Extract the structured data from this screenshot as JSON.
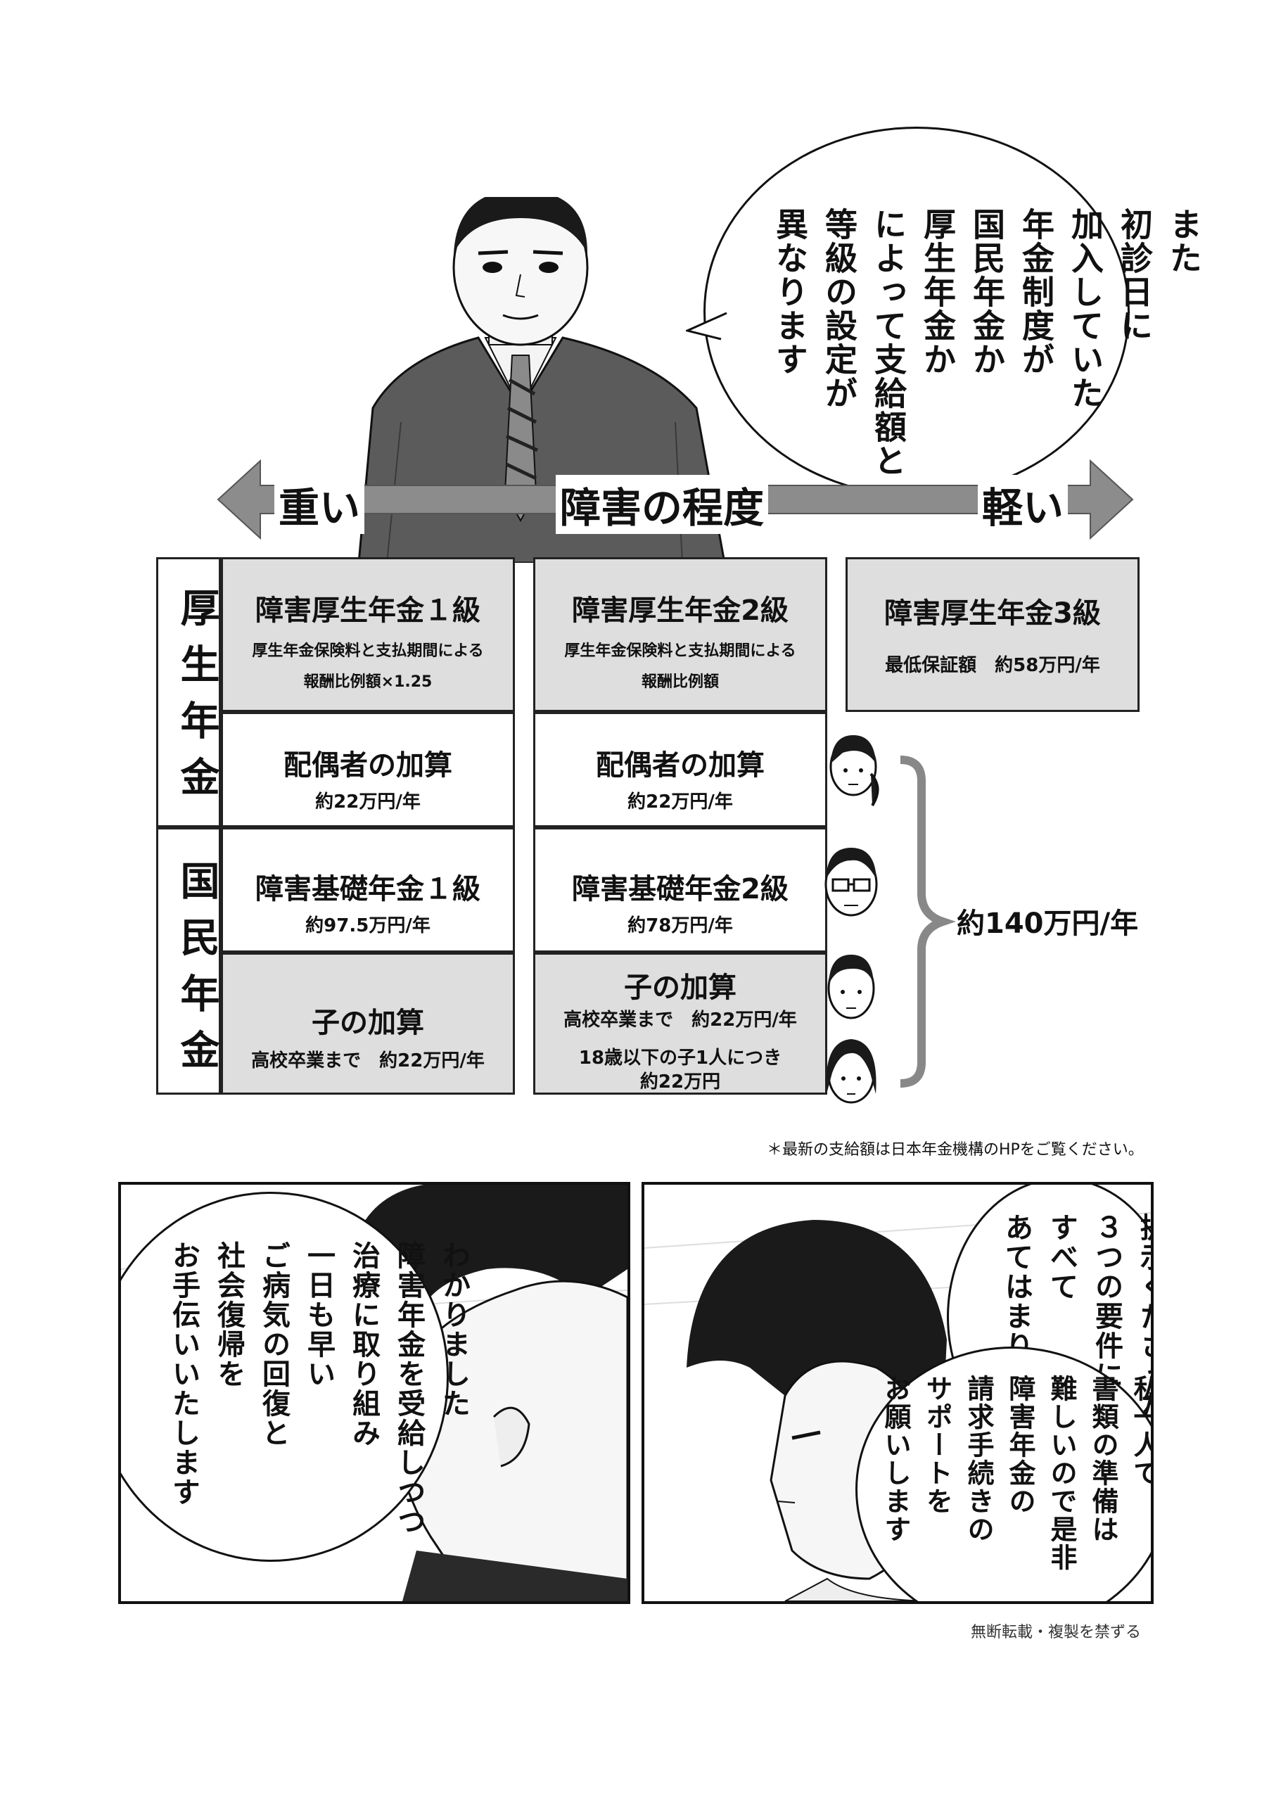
{
  "top_bubble": {
    "columns": [
      "また",
      "初診日に",
      "加入していた",
      "年金制度が",
      "国民年金か",
      "厚生年金か",
      "によって支給額と",
      "等級の設定が",
      "異なります"
    ]
  },
  "severity_bar": {
    "left_label": "重い",
    "center_label": "障害の程度",
    "right_label": "軽い"
  },
  "row_headers": {
    "kosei": "厚生年金",
    "kokumin": "国民年金"
  },
  "table": {
    "kosei1": {
      "title": "障害厚生年金１級",
      "line1": "厚生年金保険料と支払期間による",
      "line2": "報酬比例額×1.25"
    },
    "kosei2": {
      "title": "障害厚生年金2級",
      "line1": "厚生年金保険料と支払期間による",
      "line2": "報酬比例額"
    },
    "kosei3": {
      "title": "障害厚生年金3級",
      "line1": "最低保証額　約58万円/年"
    },
    "spouse1": {
      "title": "配偶者の加算",
      "amount": "約22万円/年"
    },
    "spouse2": {
      "title": "配偶者の加算",
      "amount": "約22万円/年"
    },
    "kiso1": {
      "title": "障害基礎年金１級",
      "amount": "約97.5万円/年"
    },
    "kiso2": {
      "title": "障害基礎年金2級",
      "amount": "約78万円/年"
    },
    "child1": {
      "title": "子の加算",
      "amount": "高校卒業まで　約22万円/年"
    },
    "child2": {
      "title": "子の加算",
      "line1": "高校卒業まで　約22万円/年",
      "line2": "18歳以下の子1人につき",
      "line3": "約22万円"
    }
  },
  "family_total": "約140万円/年",
  "footnote": "＊最新の支給額は日本年金機構のHPをご覧ください。",
  "bottom_left_bubble": {
    "columns": [
      "わかりました",
      "障害年金を受給しつつ",
      "治療に取り組み",
      "一日も早い",
      "ご病気の回復と",
      "社会復帰を",
      "お手伝いいたします"
    ]
  },
  "bottom_right_bubble_top": {
    "columns": [
      "提示くださった",
      "３つの要件に",
      "すべて",
      "あてはまります"
    ]
  },
  "bottom_right_bubble_bottom": {
    "columns": [
      "私一人で",
      "書類の準備は",
      "難しいので是非",
      "障害年金の",
      "請求手続きの",
      "サポートを",
      "お願いします"
    ]
  },
  "copyright": "無断転載・複製を禁ずる"
}
